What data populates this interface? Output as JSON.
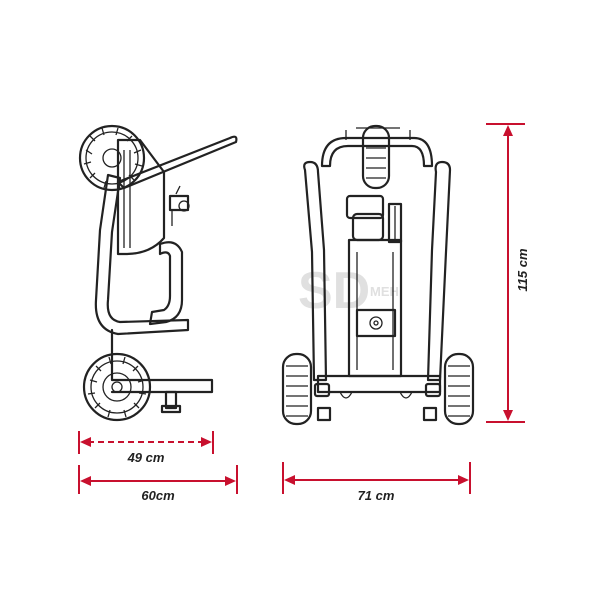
{
  "watermark": {
    "logo_text": "SD",
    "suffix_text": "MEH"
  },
  "dimensions": {
    "side_depth_label": "49 cm",
    "side_total_label": "60cm",
    "front_width_label": "71 cm",
    "height_label": "115 cm"
  },
  "colors": {
    "dimension_line": "#c8102e",
    "ink": "#222222",
    "watermark": "#d6d6d6"
  }
}
